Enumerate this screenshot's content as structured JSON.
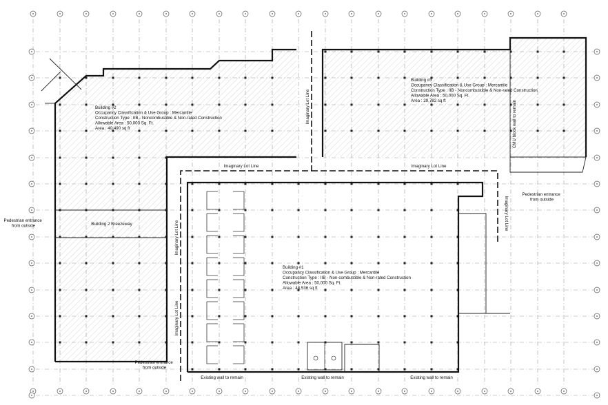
{
  "drawing": {
    "buildings": [
      {
        "id": "b1",
        "lines": [
          "Building #1",
          "Occupancy Classification & Use Group : Mercantile",
          "Construction Type : IIB - Non-combustible & Non-rated Construction",
          "Allowable Area : 50,000 Sq. Ft.",
          "Area : 48,536 sq ft"
        ]
      },
      {
        "id": "b2",
        "lines": [
          "Building #2",
          "Occupancy Classification & Use Group : Mercantile",
          "Construction Type : IIB - Noncombustible & Non-rated Construction",
          "Allowable Area : 50,000 Sq. Ft.",
          "Area : 40,490 sq ft"
        ]
      },
      {
        "id": "b3",
        "lines": [
          "Building #3",
          "Occupancy Classification & Use Group : Mercantile",
          "Construction Type : IIB - Noncombustible & Non-rated Construction",
          "Allowable Area : 50,000 Sq. Ft.",
          "Area : 29,782 sq ft"
        ]
      }
    ],
    "breezeway_label": "Building 2 Breezeway",
    "lot_line_label": "Imaginary Lot Line",
    "cmu_label": "CMU block wall to remain",
    "existing_wall_label": "Existing wall to remain",
    "pedestrian_entrance": [
      "Pedestrian entrance",
      "from outside"
    ]
  }
}
